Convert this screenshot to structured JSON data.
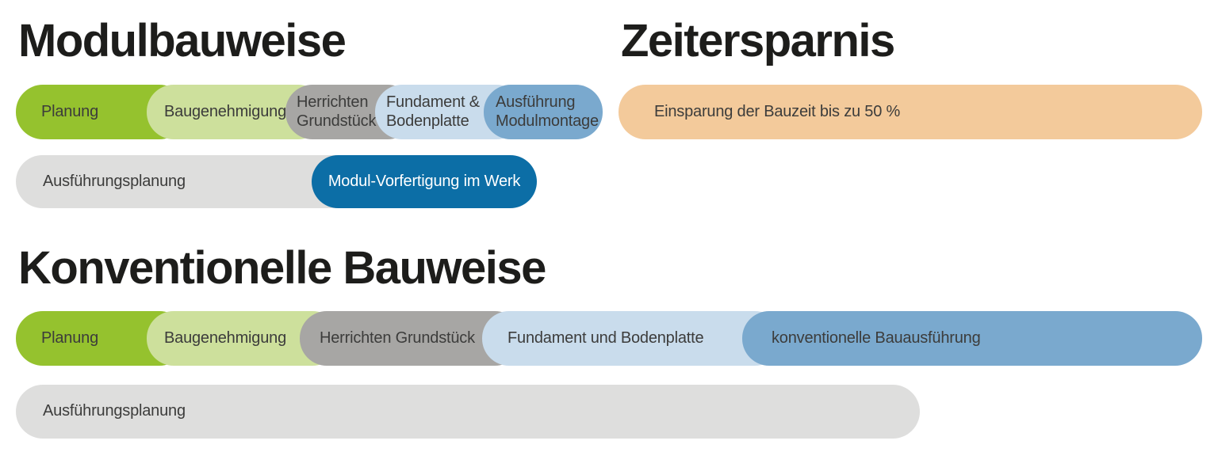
{
  "palette": {
    "green": "#95c22e",
    "light_green": "#cde09c",
    "gray": "#a7a6a4",
    "light_blue": "#c9dcec",
    "medium_blue": "#7aa9ce",
    "dark_blue": "#0c6ea6",
    "light_gray": "#dededd",
    "orange": "#f3ca9b",
    "heading_text": "#1d1d1b",
    "label_text": "#3c3c3b"
  },
  "modular": {
    "title": "Modulbauweise",
    "row1": {
      "segments": [
        {
          "label": "Planung"
        },
        {
          "label": "Baugenehmigung"
        },
        {
          "label": "Herrichten\nGrundstück"
        },
        {
          "label": "Fundament &\nBodenplatte"
        },
        {
          "label": "Ausführung\nModulmontage"
        }
      ]
    },
    "row2": {
      "planning": "Ausführungsplanung",
      "factory": "Modul-Vorfertigung im Werk"
    }
  },
  "savings": {
    "title": "Zeitersparnis",
    "note": "Einsparung der Bauzeit bis zu 50 %"
  },
  "conventional": {
    "title": "Konventionelle Bauweise",
    "row1": {
      "segments": [
        {
          "label": "Planung"
        },
        {
          "label": "Baugenehmigung"
        },
        {
          "label": "Herrichten Grundstück"
        },
        {
          "label": "Fundament und Bodenplatte"
        },
        {
          "label": "konventionelle Bauausführung"
        }
      ]
    },
    "row2": {
      "planning": "Ausführungsplanung"
    }
  }
}
